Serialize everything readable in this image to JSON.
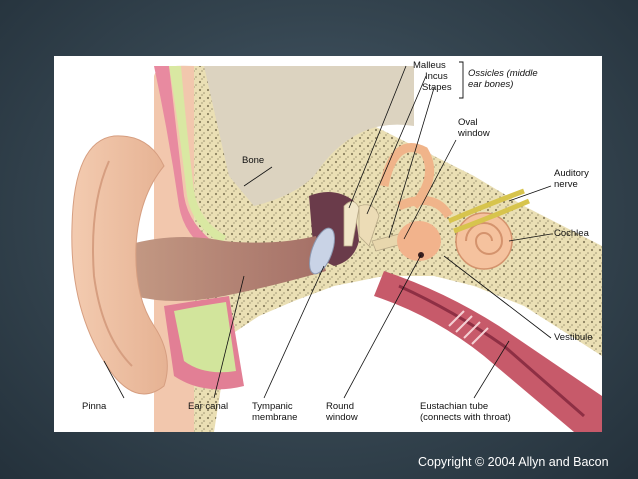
{
  "labels": {
    "malleus": "Malleus",
    "incus": "Incus",
    "stapes": "Stapes",
    "ossicles": "Ossicles (middle\near bones)",
    "oval_window": "Oval\nwindow",
    "bone": "Bone",
    "auditory_nerve": "Auditory\nnerve",
    "cochlea": "Cochlea",
    "vestibule": "Vestibule",
    "pinna": "Pinna",
    "ear_canal": "Ear canal",
    "tympanic_membrane": "Tympanic\nmembrane",
    "round_window": "Round\nwindow",
    "eustachian_tube": "Eustachian tube\n(connects with throat)"
  },
  "copyright": "Copyright © 2004 Allyn and Bacon"
}
